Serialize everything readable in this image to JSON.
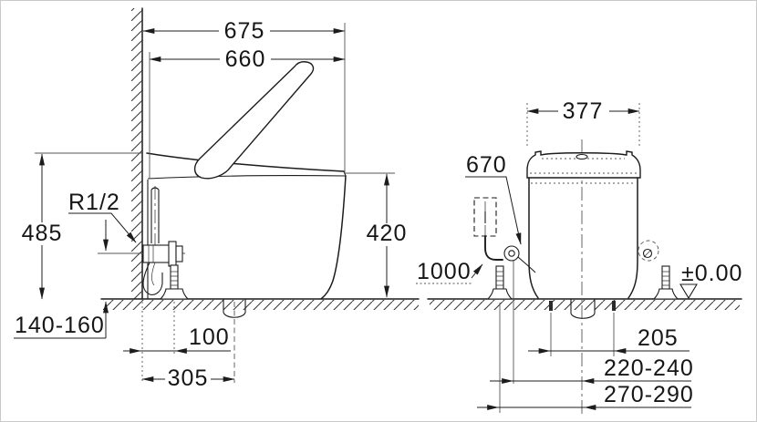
{
  "app": {
    "background": "#ffffff",
    "ink": "#1c1c1c",
    "kind": "sanitary-ware installation dimension drawing"
  },
  "drawing": {
    "side_view": {
      "overall_depth": "675",
      "ceramic_depth": "660",
      "seat_height": "485",
      "supply_thread": "R1/2",
      "supply_height_range": "140-160",
      "bolt_to_wall": "100",
      "rough_in": "305",
      "bowl_height": "420"
    },
    "front_view": {
      "tank_width": "377",
      "hose_length": "670",
      "cable_length": "1000",
      "floor_level": "±0.00",
      "fixing_hole_spacing": "205",
      "supply_offset_range": "220-240",
      "cable_offset_range": "270-290"
    }
  }
}
